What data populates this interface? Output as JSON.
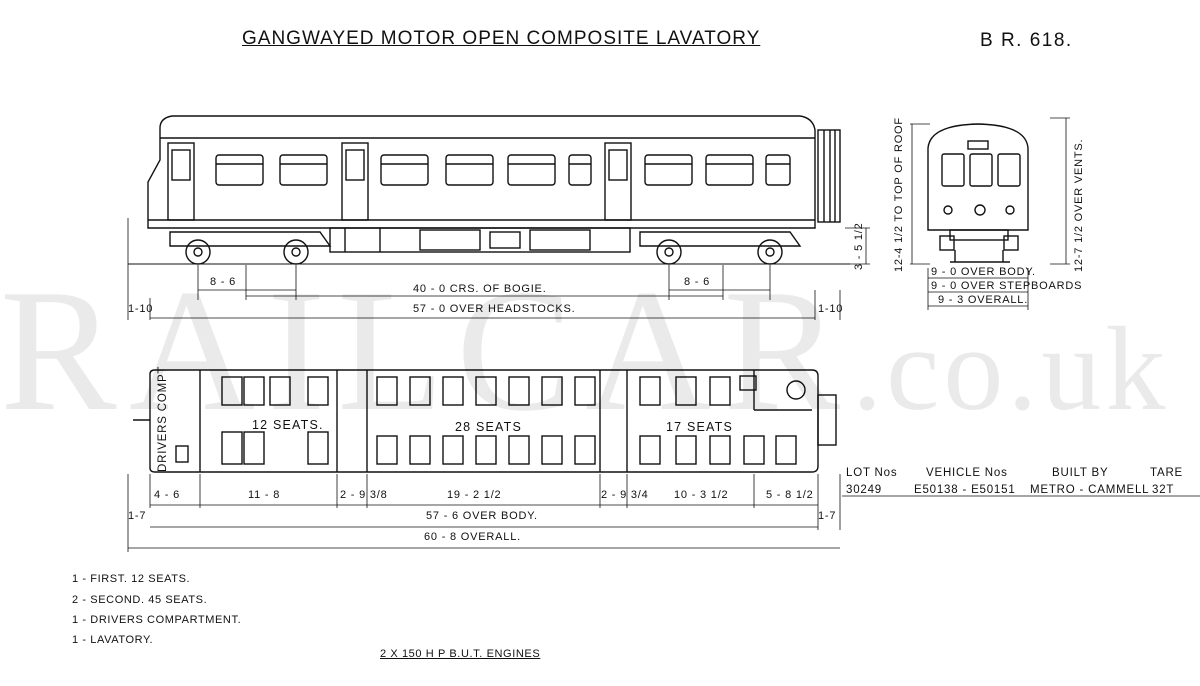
{
  "title": "GANGWAYED MOTOR OPEN COMPOSITE LAVATORY",
  "diagram_ref": "B R. 618.",
  "watermark": {
    "main": "RAILCAR",
    "suffix": ".co.uk"
  },
  "side_view": {
    "dim_bogie_left": "8 - 6",
    "dim_bogie_right": "8 - 6",
    "crs_of_bogie": "40 - 0  CRS. OF BOGIE.",
    "over_headstocks": "57 - 0  OVER  HEADSTOCKS.",
    "end_left": "1-10",
    "end_right": "1-10",
    "rail_height": "3 - 5 1/2"
  },
  "end_view": {
    "to_top_of_roof": "12-4 1/2  TO TOP OF ROOF",
    "over_vents": "12-7 1/2  OVER VENTS.",
    "over_body": "9 - 0  OVER BODY.",
    "over_stepboards": "9 - 0  OVER STEPBOARDS",
    "overall": "9 - 3  OVERALL."
  },
  "plan_view": {
    "drivers_comp": "DRIVERS COMPT",
    "seats_first": "12 SEATS.",
    "seats_second_a": "28  SEATS",
    "seats_second_b": "17  SEATS",
    "dims": [
      "4 - 6",
      "11 - 8",
      "2 - 9 3/8",
      "19 - 2 1/2",
      "2 - 9 3/4",
      "10 - 3 1/2",
      "5 - 8 1/2"
    ],
    "end_left": "1-7",
    "end_right": "1-7",
    "over_body": "57 - 6  OVER BODY.",
    "overall": "60 - 8  OVERALL."
  },
  "info_table": {
    "headers": [
      "LOT Nos",
      "VEHICLE Nos",
      "BUILT BY",
      "TARE"
    ],
    "values": [
      "30249",
      "E50138 - E50151",
      "METRO - CAMMELL",
      "32T"
    ]
  },
  "notes": [
    "1 - FIRST.        12  SEATS.",
    "2 - SECOND.   45  SEATS.",
    "1 - DRIVERS  COMPARTMENT.",
    "1 - LAVATORY."
  ],
  "engines": "2 X 150       H P       B.U.T. ENGINES"
}
